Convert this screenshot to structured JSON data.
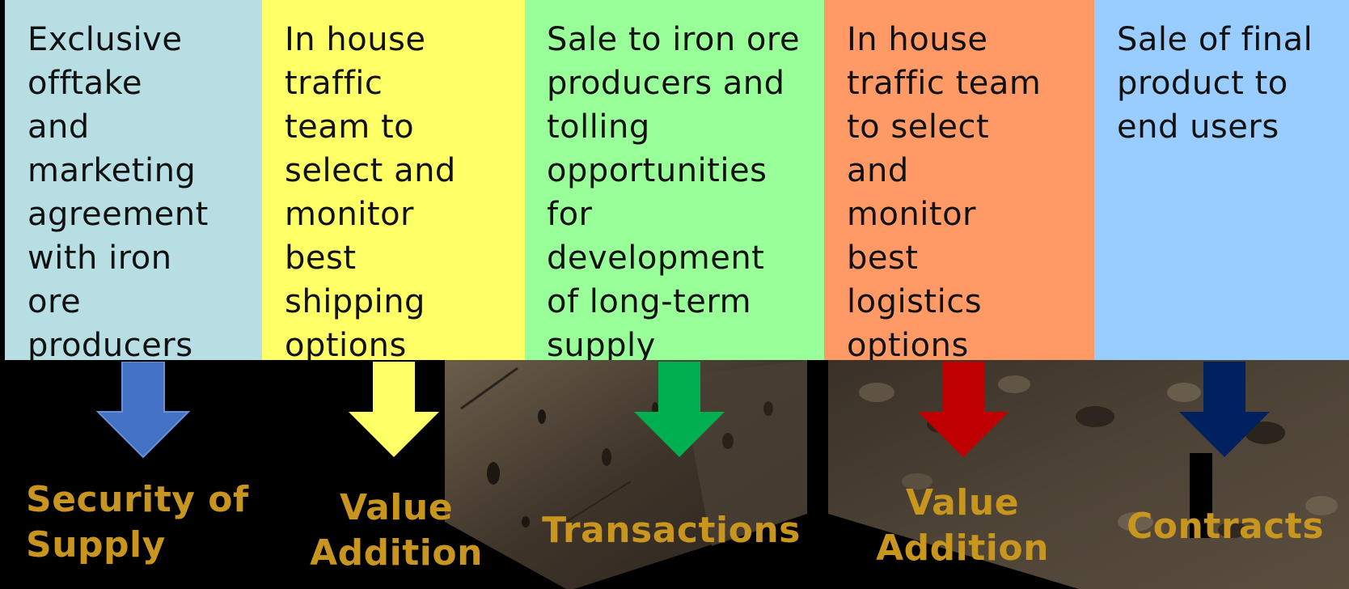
{
  "panels": [
    {
      "text": "Exclusive\nofftake\nand\nmarketing\nagreement\nwith iron\nore\nproducers",
      "color": "#b7dfe3"
    },
    {
      "text": "In house\ntraffic\nteam to\nselect and\nmonitor\nbest\nshipping\noptions",
      "color": "#ffff66"
    },
    {
      "text": "Sale to iron ore\nproducers and\ntolling\nopportunities\nfor\ndevelopment\nof long-term\nsupply",
      "color": "#99ff99"
    },
    {
      "text": "In house\ntraffic team\nto select\nand\nmonitor\nbest\nlogistics\noptions",
      "color": "#ff9966"
    },
    {
      "text": "Sale of final\nproduct to\nend users",
      "color": "#99ccff"
    }
  ],
  "stages": [
    {
      "label": "Security of\nSupply",
      "arrow_color": "#4472c4",
      "arrow_icon": "down-arrow-icon"
    },
    {
      "label": "Value\nAddition",
      "arrow_color": "#ffff66",
      "arrow_icon": "down-arrow-icon"
    },
    {
      "label": "Transactions",
      "arrow_color": "#00b050",
      "arrow_icon": "down-arrow-icon"
    },
    {
      "label": "Value\nAddition",
      "arrow_color": "#c00000",
      "arrow_icon": "down-arrow-icon"
    },
    {
      "label": "Contracts",
      "arrow_color": "#002060",
      "arrow_icon": "down-arrow-icon"
    }
  ],
  "label_color": "#c8961e"
}
